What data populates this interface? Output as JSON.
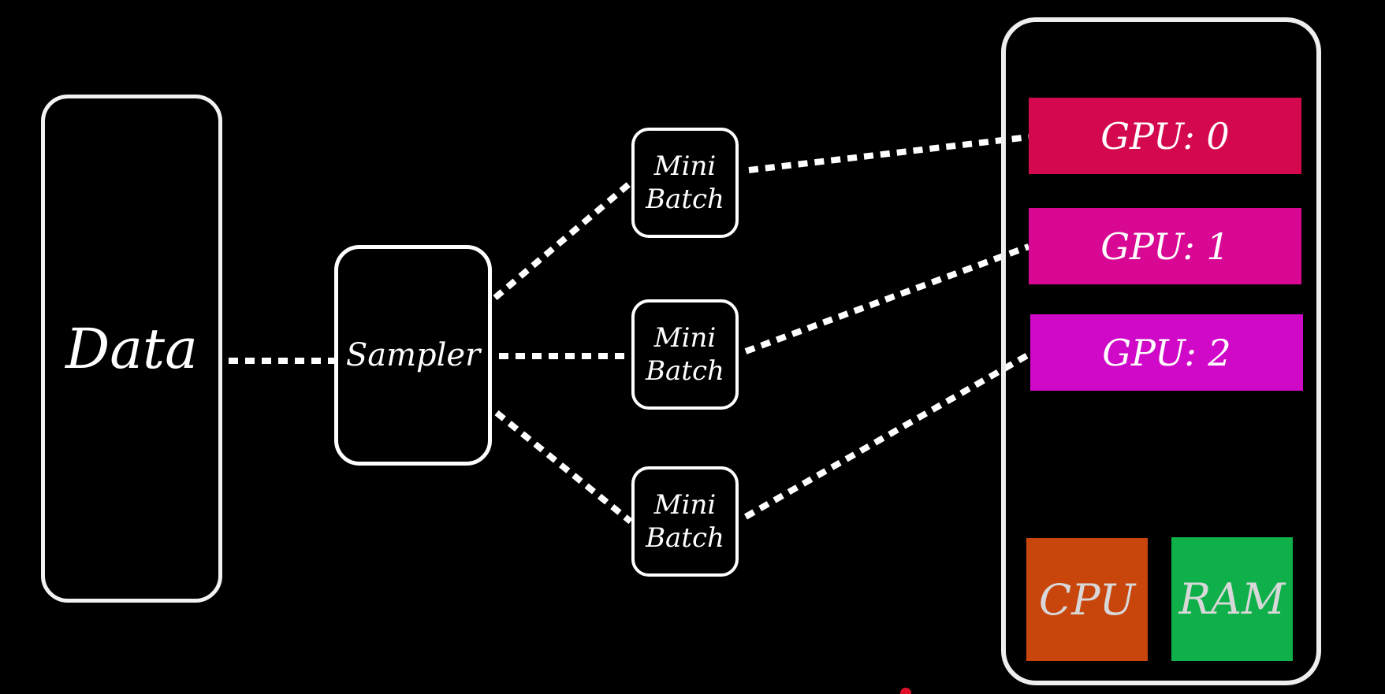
{
  "diagram": {
    "data_label": "Data",
    "sampler_label": "Sampler",
    "mini_batches": [
      {
        "line1": "Mini",
        "line2": "Batch"
      },
      {
        "line1": "Mini",
        "line2": "Batch"
      },
      {
        "line1": "Mini",
        "line2": "Batch"
      }
    ],
    "gpus": [
      {
        "label": "GPU: 0",
        "color": "#d4084e"
      },
      {
        "label": "GPU: 1",
        "color": "#d80895"
      },
      {
        "label": "GPU: 2",
        "color": "#d008c8"
      }
    ],
    "cpu": {
      "label": "CPU",
      "color": "#c8460c"
    },
    "ram": {
      "label": "RAM",
      "color": "#0fb04a"
    },
    "connector_color": "#ffffff",
    "background_color": "#000000"
  }
}
